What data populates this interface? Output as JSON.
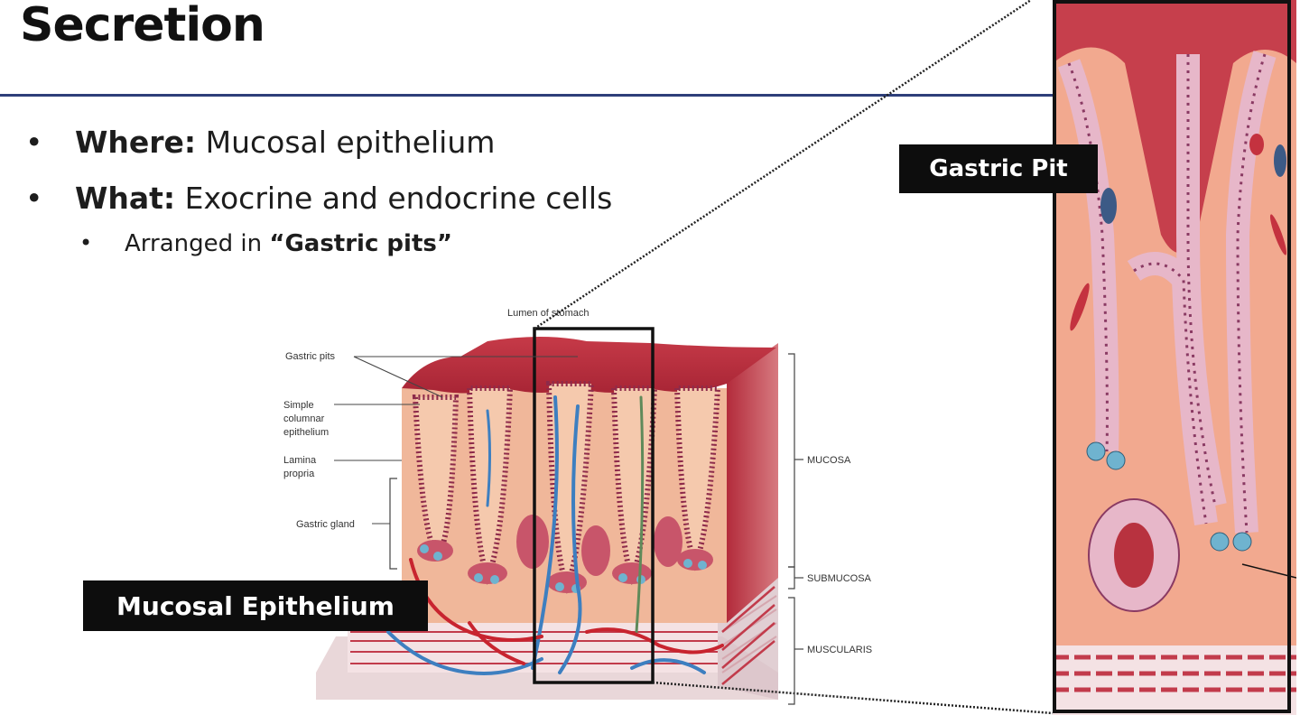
{
  "slide": {
    "title": "Secretion",
    "bullets": [
      {
        "label": "Where:",
        "text": " Mucosal epithelium"
      },
      {
        "label": "What:",
        "text": " Exocrine and endocrine cells"
      }
    ],
    "sub_bullet": {
      "prefix": "Arranged in ",
      "bold": "“Gastric pits”"
    }
  },
  "callouts": {
    "mucosal": "Mucosal Epithelium",
    "gastric_pit": "Gastric Pit"
  },
  "figure": {
    "lumen": "Lumen of stomach",
    "gastric_pits": "Gastric pits",
    "simple_columnar": [
      "Simple",
      "columnar",
      "epithelium"
    ],
    "lamina_propria": [
      "Lamina",
      "propria"
    ],
    "gastric_gland": "Gastric gland",
    "mucosa": "MUCOSA",
    "submucosa": "SUBMUCOSA",
    "muscularis": "MUSCULARIS"
  },
  "colors": {
    "title_rule": "#2e3f7a",
    "tissue_red": "#b9313f",
    "tissue_pink": "#f1b99c",
    "vessel_blue": "#3d7fc0"
  }
}
